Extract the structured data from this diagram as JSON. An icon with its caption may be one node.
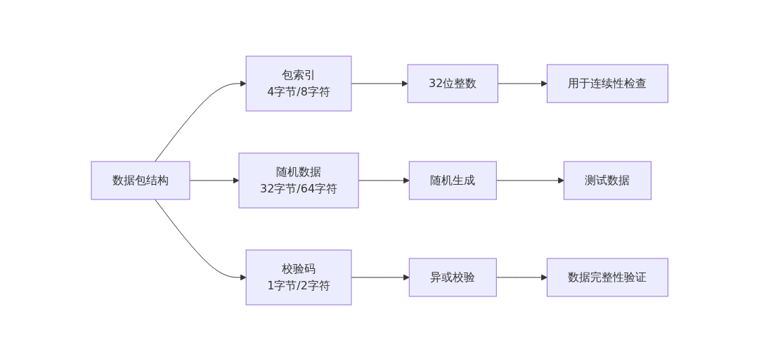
{
  "diagram": {
    "nodes": [
      {
        "text": [
          "数据包结构"
        ]
      },
      {
        "text": [
          "包索引",
          "4字节/8字符"
        ]
      },
      {
        "text": [
          "32位整数"
        ]
      },
      {
        "text": [
          "用于连续性检查"
        ]
      },
      {
        "text": [
          "随机数据",
          "32字节/64字符"
        ]
      },
      {
        "text": [
          "随机生成"
        ]
      },
      {
        "text": [
          "测试数据"
        ]
      },
      {
        "text": [
          "校验码",
          "1字节/2字符"
        ]
      },
      {
        "text": [
          "异或校验"
        ]
      },
      {
        "text": [
          "数据完整性验证"
        ]
      }
    ],
    "edges": [
      {
        "from": 0,
        "to": 1,
        "arrow": "to"
      },
      {
        "from": 0,
        "to": 4,
        "arrow": "to"
      },
      {
        "from": 0,
        "to": 7,
        "arrow": "to"
      },
      {
        "from": 1,
        "to": 2,
        "arrow": "to"
      },
      {
        "from": 2,
        "to": 3,
        "arrow": "to"
      },
      {
        "from": 4,
        "to": 5,
        "arrow": "to"
      },
      {
        "from": 5,
        "to": 6,
        "arrow": "to"
      },
      {
        "from": 7,
        "to": 8,
        "arrow": "to"
      },
      {
        "from": 8,
        "to": 9,
        "arrow": "to"
      }
    ]
  }
}
